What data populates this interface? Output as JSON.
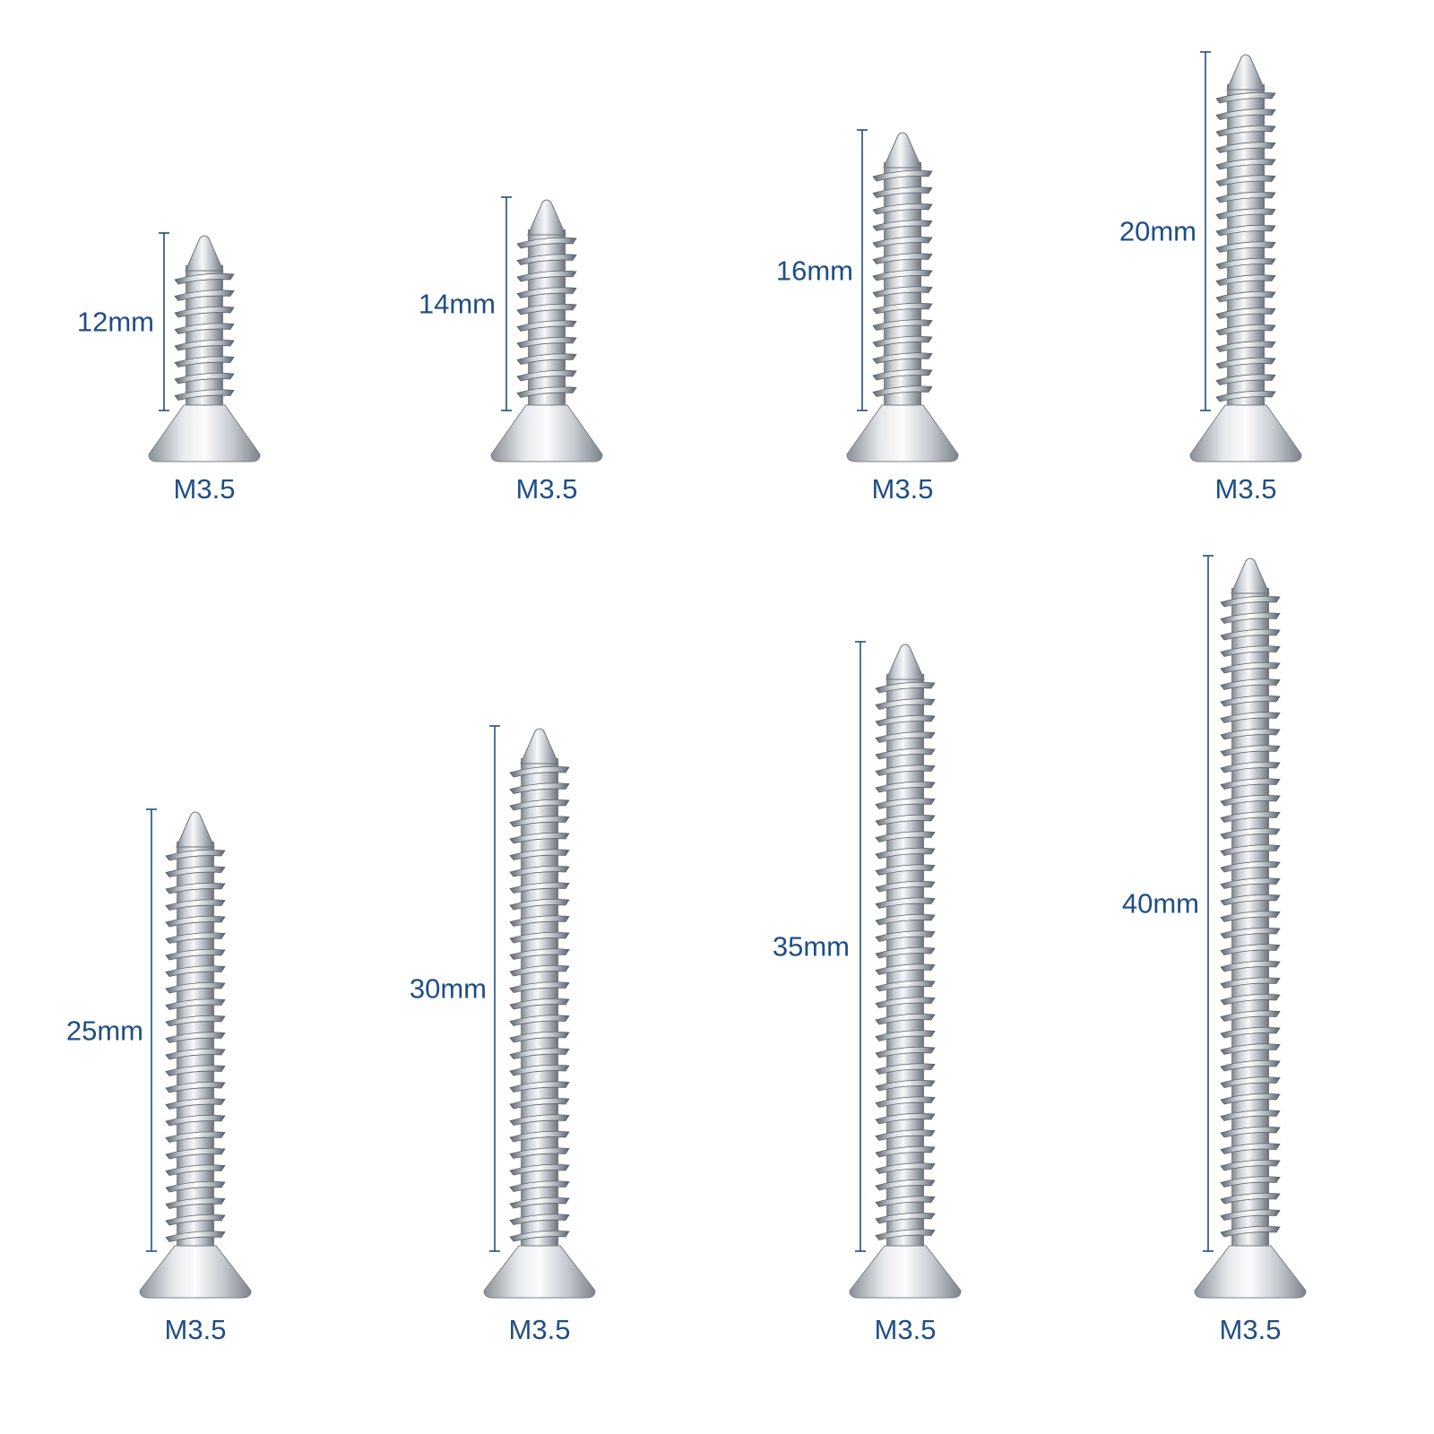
{
  "text_color": "#1f4e86",
  "metal_dark": "#6f757c",
  "metal_light": "#f4f6f8",
  "screws": [
    {
      "length_label": "12mm",
      "size_label": "M3.5",
      "length_mm": 12
    },
    {
      "length_label": "14mm",
      "size_label": "M3.5",
      "length_mm": 14
    },
    {
      "length_label": "16mm",
      "size_label": "M3.5",
      "length_mm": 16
    },
    {
      "length_label": "20mm",
      "size_label": "M3.5",
      "length_mm": 20
    },
    {
      "length_label": "25mm",
      "size_label": "M3.5",
      "length_mm": 25
    },
    {
      "length_label": "30mm",
      "size_label": "M3.5",
      "length_mm": 30
    },
    {
      "length_label": "35mm",
      "size_label": "M3.5",
      "length_mm": 35
    },
    {
      "length_label": "40mm",
      "size_label": "M3.5",
      "length_mm": 40
    }
  ]
}
